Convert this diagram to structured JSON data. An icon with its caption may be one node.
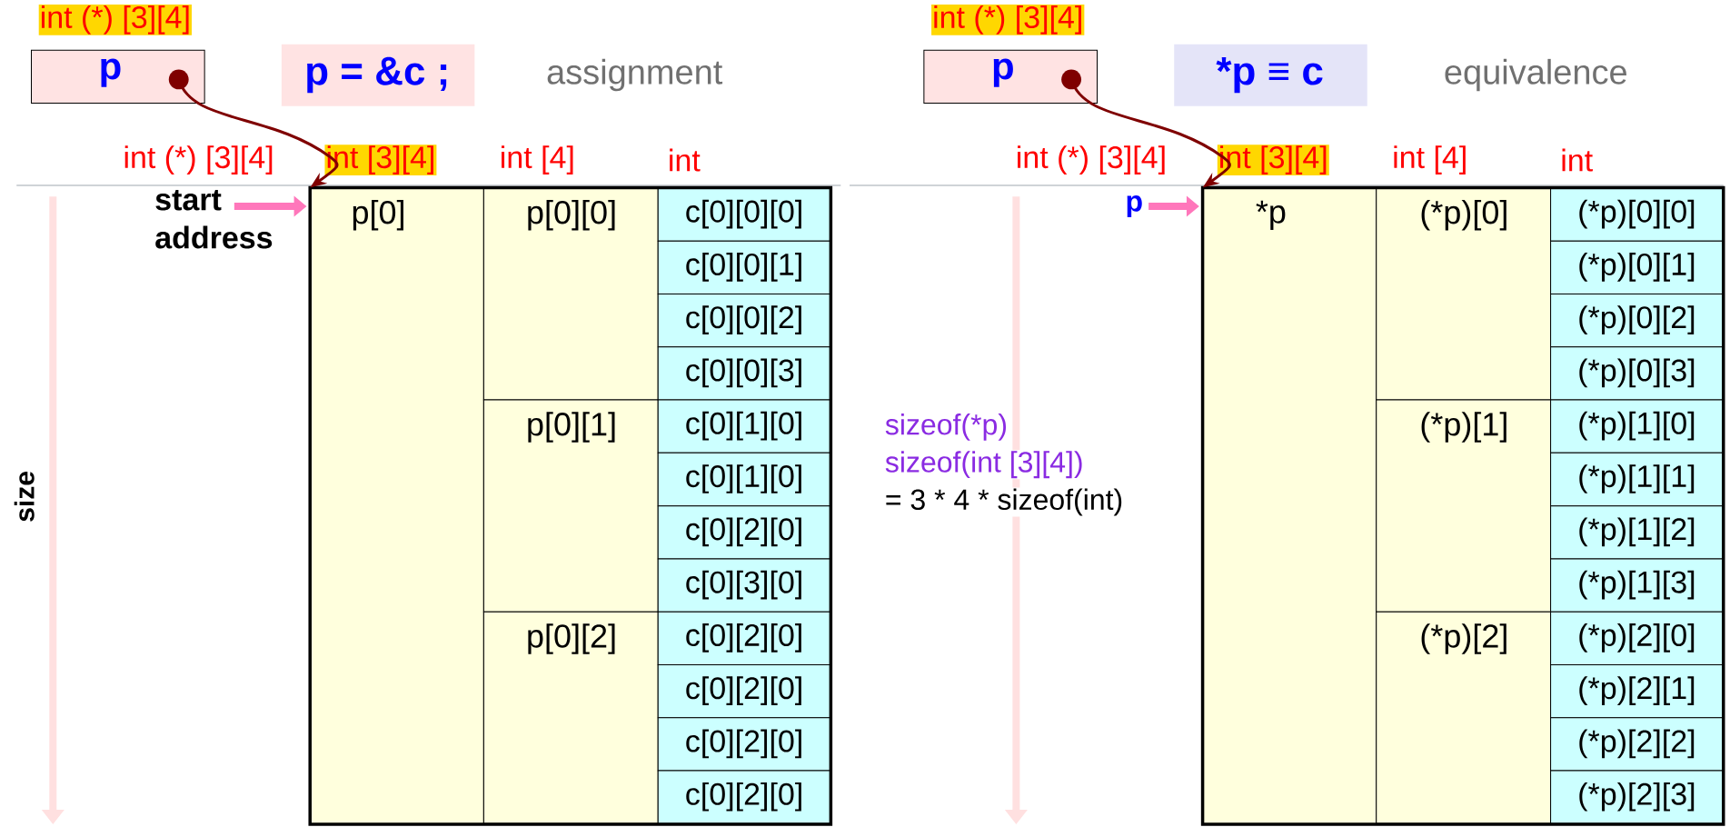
{
  "diagram": {
    "nodes": [
      {
        "text": [
          "int (*) [3][4]",
          "p"
        ]
      },
      {
        "text": [
          "p = &c ;"
        ]
      },
      {
        "text": [
          "start address"
        ]
      },
      {
        "text": [
          "p[0]"
        ]
      },
      {
        "text": [
          "p[0][0]"
        ]
      },
      {
        "text": [
          "p[0][1]"
        ]
      },
      {
        "text": [
          "p[0][2]"
        ]
      },
      {
        "text": [
          "c[0][0][0]"
        ]
      },
      {
        "text": [
          "c[0][0][1]"
        ]
      },
      {
        "text": [
          "c[0][0][2]"
        ]
      },
      {
        "text": [
          "c[0][0][3]"
        ]
      },
      {
        "text": [
          "c[0][1][0]"
        ]
      },
      {
        "text": [
          "c[0][1][0]"
        ]
      },
      {
        "text": [
          "c[0][2][0]"
        ]
      },
      {
        "text": [
          "c[0][3][0]"
        ]
      },
      {
        "text": [
          "c[0][2][0]"
        ]
      },
      {
        "text": [
          "c[0][2][0]"
        ]
      },
      {
        "text": [
          "c[0][2][0]"
        ]
      },
      {
        "text": [
          "c[0][2][0]"
        ]
      },
      {
        "text": [
          "int (*) [3][4]",
          "p"
        ]
      },
      {
        "text": [
          "*p ≡ c"
        ]
      },
      {
        "text": [
          "p"
        ]
      },
      {
        "text": [
          "*p"
        ]
      },
      {
        "text": [
          "(*p)[0]"
        ]
      },
      {
        "text": [
          "(*p)[1]"
        ]
      },
      {
        "text": [
          "(*p)[2]"
        ]
      },
      {
        "text": [
          "(*p)[0][0]"
        ]
      },
      {
        "text": [
          "(*p)[0][1]"
        ]
      },
      {
        "text": [
          "(*p)[0][2]"
        ]
      },
      {
        "text": [
          "(*p)[0][3]"
        ]
      },
      {
        "text": [
          "(*p)[1][0]"
        ]
      },
      {
        "text": [
          "(*p)[1][1]"
        ]
      },
      {
        "text": [
          "(*p)[1][2]"
        ]
      },
      {
        "text": [
          "(*p)[1][3]"
        ]
      },
      {
        "text": [
          "(*p)[2][0]"
        ]
      },
      {
        "text": [
          "(*p)[2][1]"
        ]
      },
      {
        "text": [
          "(*p)[2][2]"
        ]
      },
      {
        "text": [
          "(*p)[2][3]"
        ]
      }
    ],
    "edges": [
      {
        "from": 0,
        "to": 3,
        "arrow": "to"
      },
      {
        "from": 2,
        "to": 3,
        "arrow": "to",
        "style": "thick",
        "color": "#ff77bb"
      },
      {
        "from": 19,
        "to": 22,
        "arrow": "to"
      },
      {
        "from": 21,
        "to": 22,
        "arrow": "to",
        "style": "thick",
        "color": "#ff77bb"
      }
    ],
    "labels": [
      "int (*) [3][4]",
      "int [3][4]",
      "int [4]",
      "int",
      "assignment",
      "size",
      "int (*) [3][4]",
      "int [3][4]",
      "int [4]",
      "int",
      "equivalence",
      "sizeof(*p)",
      "sizeof(int [3][4])",
      "= 3 * 4 * sizeof(int)"
    ]
  }
}
